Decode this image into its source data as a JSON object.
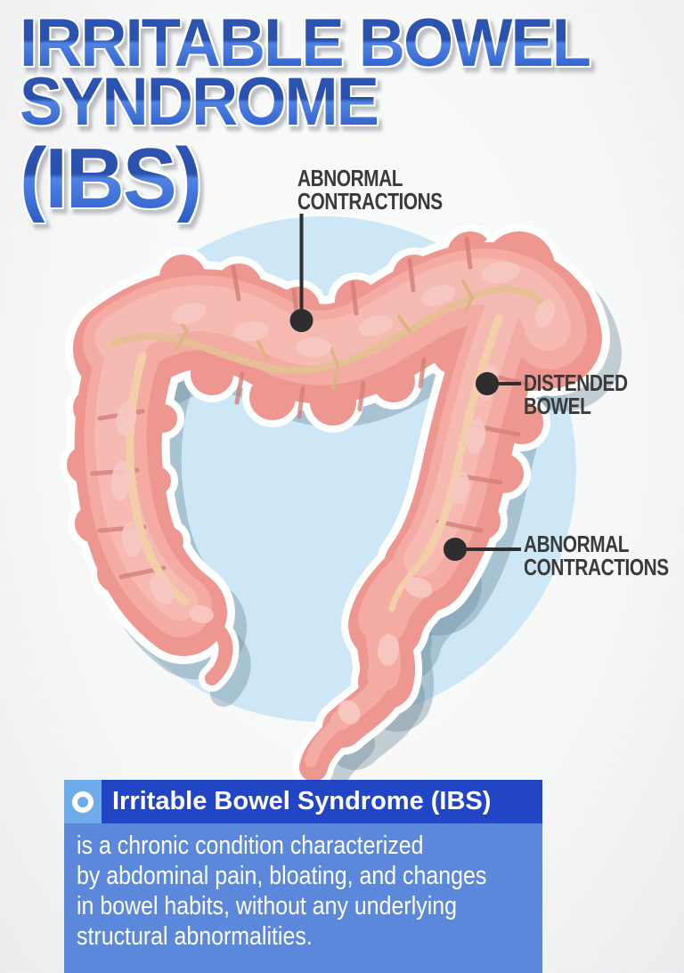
{
  "title": {
    "line1": "IRRITABLE BOWEL",
    "line2": "SYNDROME",
    "line3": "(IBS)"
  },
  "diagram": {
    "subject": "large intestine illustration",
    "circle_color": "#cde7f6",
    "bowel_color": "#ee9791",
    "pointer_color": "#2e2e2e",
    "annotations": [
      {
        "id": "abnormal-contractions-top",
        "text": "ABNORMAL\nCONTRACTIONS"
      },
      {
        "id": "distended-bowel",
        "text": "DISTENDED\nBOWEL"
      },
      {
        "id": "abnormal-contractions-right",
        "text": "ABNORMAL\nCONTRACTIONS"
      }
    ]
  },
  "infobox": {
    "heading": "Irritable Bowel Syndrome (IBS)",
    "body": "is a chronic condition characterized\nby abdominal pain, bloating, and changes\nin bowel habits, without any underlying\nstructural abnormalities.",
    "header_bg": "#2245c5",
    "body_bg": "#5c88dc",
    "icon_bg": "#6fabe8",
    "bullet_icon": "ring-icon"
  },
  "title_color_top": "#2d56b3",
  "title_color_bottom": "#2b5cc9"
}
